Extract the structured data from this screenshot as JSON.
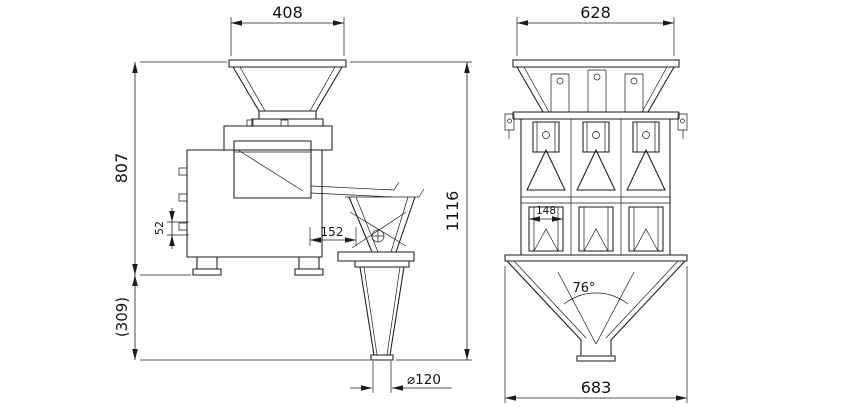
{
  "page": {
    "background": "#ffffff",
    "line_color": "#1b1b1b",
    "text_color": "#141414"
  },
  "dims": {
    "side": {
      "hopper_width": "408",
      "height_to_base": "807",
      "foot_detail": "52",
      "lower_section_height": "(309)",
      "overall_height": "1116",
      "chute_offset": "152",
      "outlet_diameter": "⌀120"
    },
    "front": {
      "hopper_width": "628",
      "bucket_width": "148",
      "funnel_angle": "76°",
      "base_width": "683"
    }
  }
}
